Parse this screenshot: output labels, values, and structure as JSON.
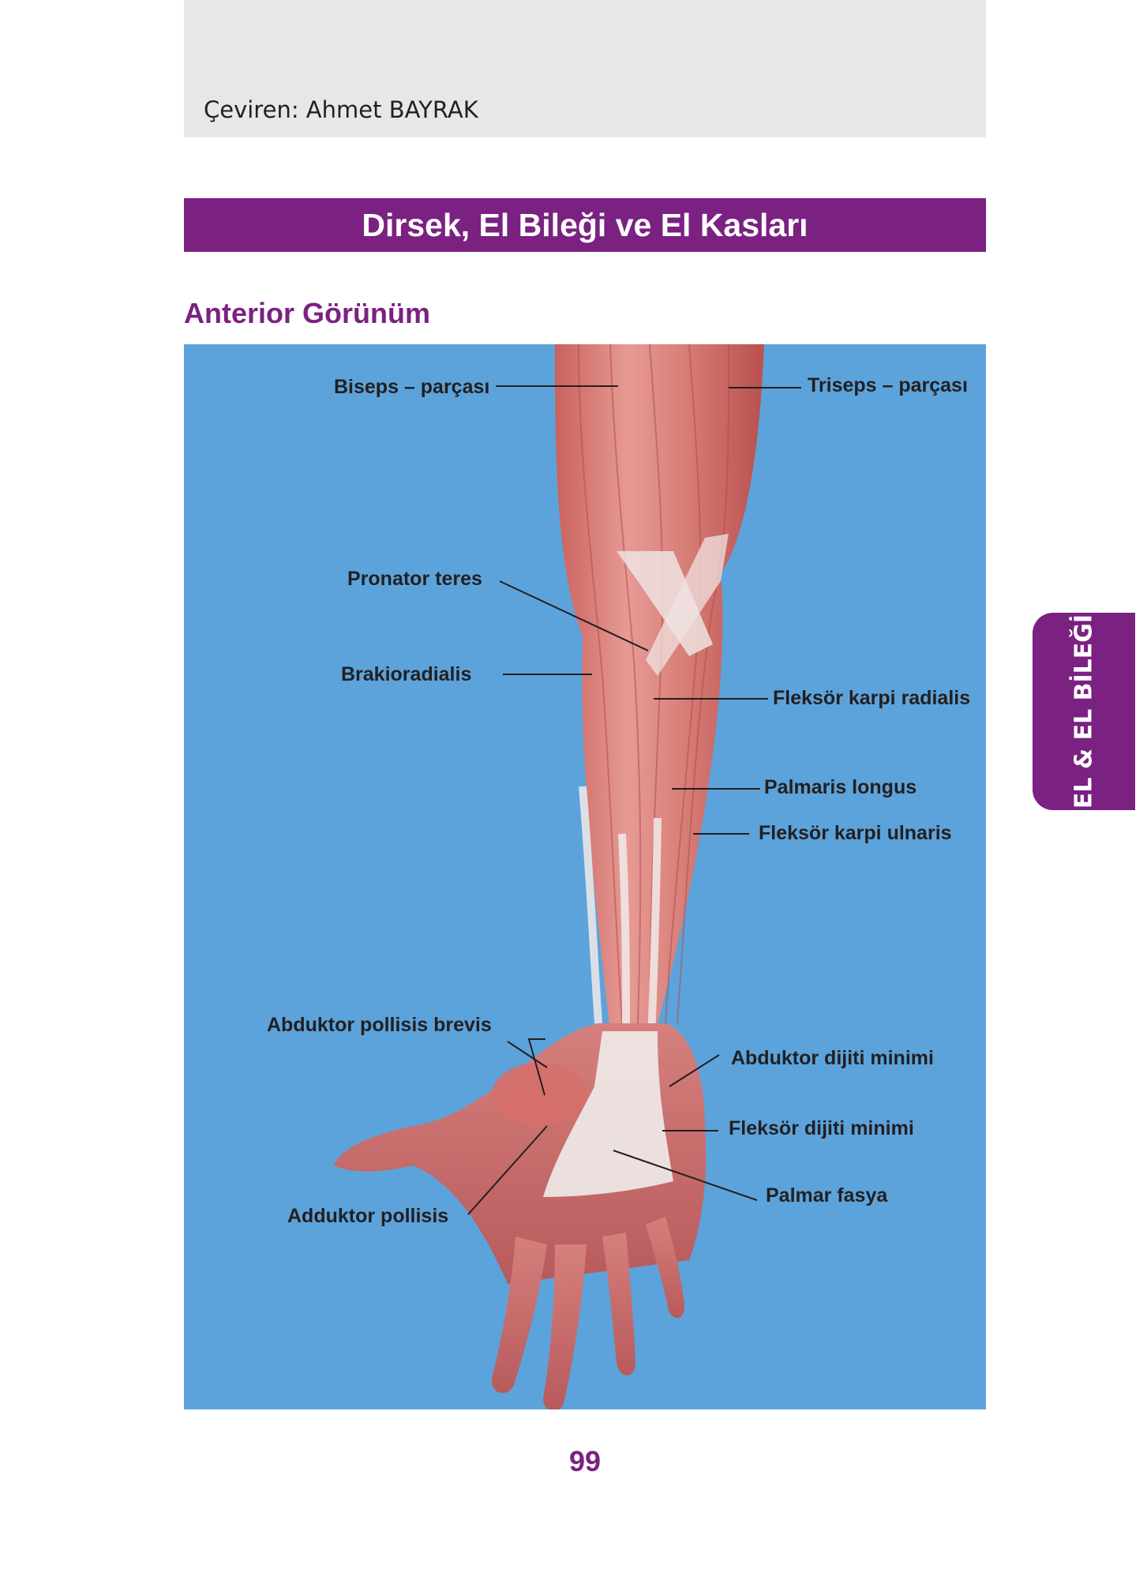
{
  "header": {
    "translator": "Çeviren: Ahmet BAYRAK"
  },
  "title": "Dirsek, El Bileği ve El Kasları",
  "subtitle": "Anterior Görünüm",
  "side_tab": "EL & EL BİLEĞİ",
  "page_number": "99",
  "labels": {
    "biceps": "Biseps – parçası",
    "triceps": "Triseps – parçası",
    "pronator_teres": "Pronator teres",
    "brachioradialis": "Brakioradialis",
    "flexor_carpi_radialis": "Fleksör karpi radialis",
    "palmaris_longus": "Palmaris longus",
    "flexor_carpi_ulnaris": "Fleksör karpi ulnaris",
    "abductor_pollicis_brevis": "Abduktor pollisis brevis",
    "abductor_digiti_minimi": "Abduktor dijiti minimi",
    "flexor_digiti_minimi": "Fleksör dijiti minimi",
    "adductor_pollicis": "Adduktor pollisis",
    "palmar_fascia": "Palmar fasya"
  },
  "colors": {
    "accent": "#7a2182",
    "figure_background": "#5ca3db",
    "header_gray": "#e6e7e8"
  }
}
